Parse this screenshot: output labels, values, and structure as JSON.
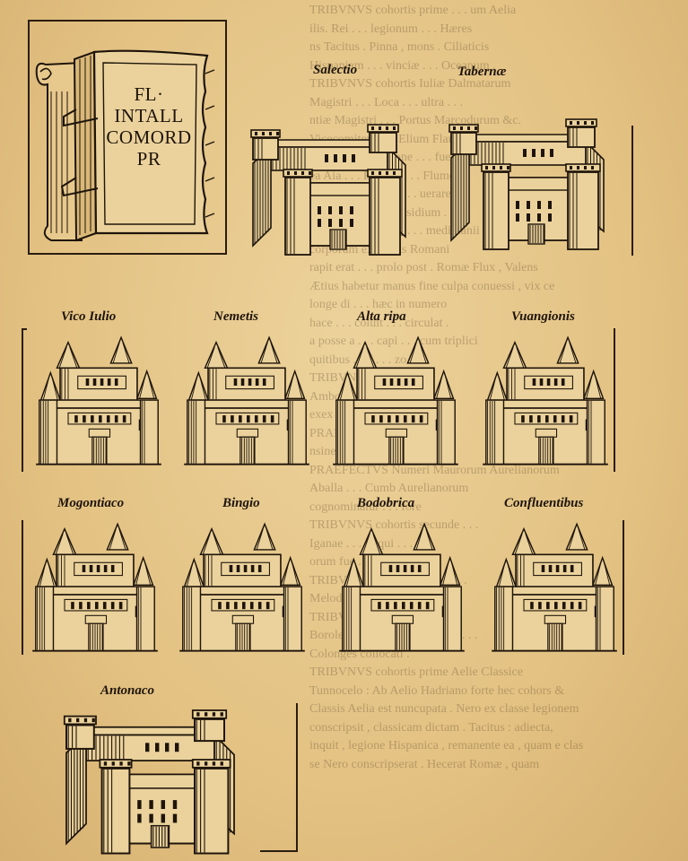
{
  "insignia": {
    "inscription": [
      "FL·",
      "INTALL",
      "COMORD",
      "PR"
    ]
  },
  "forts": [
    {
      "id": "salectio",
      "label": "Salectio",
      "type": "camp"
    },
    {
      "id": "tabernae",
      "label": "Tabernæ",
      "type": "camp"
    },
    {
      "id": "vico-iulio",
      "label": "Vico Iulio",
      "type": "castle"
    },
    {
      "id": "nemetis",
      "label": "Nemetis",
      "type": "castle"
    },
    {
      "id": "alta-ripa",
      "label": "Alta ripa",
      "type": "castle"
    },
    {
      "id": "vuangionis",
      "label": "Vuangionis",
      "type": "castle"
    },
    {
      "id": "mogontiaco",
      "label": "Mogontiaco",
      "type": "castle"
    },
    {
      "id": "bingio",
      "label": "Bingio",
      "type": "castle"
    },
    {
      "id": "bodobrica",
      "label": "Bodobrica",
      "type": "castle"
    },
    {
      "id": "confluentibus",
      "label": "Confluentibus",
      "type": "castle"
    },
    {
      "id": "antonaco",
      "label": "Antonaco",
      "type": "camp"
    }
  ],
  "bleed_through": [
    "TRIBVNVS cohortis prime . . . um Aelia",
    "ilis. Rei . . . legionum . . . Hæres",
    "ns Tacitus . Pinna , mons . Ciliaticis",
    "Hispaniam . . . vinciæ . . . Oceanum .",
    "TRIBVNVS cohortis Iuliæ Dalmatarum",
    "Magistri . . . Loca . . . ultra . . .",
    "ntiæ Magistri . . . Portus Marcodurum &c.",
    "Vicecomitem . . . Elium Flauiis . . .",
    "erat vero . . . legione . . . fuere",
    "ea Aia . . . Equites . . . Flumen",
    "euena . . . comitis . . . uerare",
    "gis quinque . . . Prasidium . . .",
    "equuntur Kalendas . . . mediolanii",
    "corporum exercitus Romani",
    "rapit erat . . . prolo post . Romæ Flux , Valens",
    "Ætius habetur manus fine culpa conuessi , vix ce",
    "longe di . . . hæc in numero",
    "hace . . . coluit . . . circulat .",
    "a posse a . . . capi . . . cum triplici",
    "quitibus . Dr . . . zo",
    "TRIBVNVS . . . nomine",
    "Ambogladia . . . &c . . .",
    "exex . . . PRAEFECTVS . . .",
    "PRAEF . . . zebu , . . .",
    "nsine Fo . . . aduriale . . .",
    "PRAEFECTVS Numeri Maurorum Aurelianorum",
    "Aballa . . . Cumb Aurelianorum",
    "cognominatur . . . fore",
    "TRIBVNVS cohortis secunde . . .",
    "Iganae . . . & qui . . .",
    "orum fue . . . ebori . . .",
    "TRIBVNVS cohortis prima . . .",
    "Melodunum . . . locum . . .",
    "TRIBVNVS cohortis secundæ",
    "Borolemi . . . longis . . . ecum . . .",
    "Colonges collocati .",
    "TRIBVNVS cohortis prime Aelie Classice",
    "Tunnocelo : Ab Aelio Hadriano forte hec cohors &",
    "Classis Aelia est nuncupata . Nero ex classe legionem",
    "conscripsit , classicam dictam . Tacitus : adiecta,",
    "inquit , legione Hispanica , remanente ea , quam e clas",
    "se Nero conscripserat . Hecerat Romæ , quam"
  ]
}
